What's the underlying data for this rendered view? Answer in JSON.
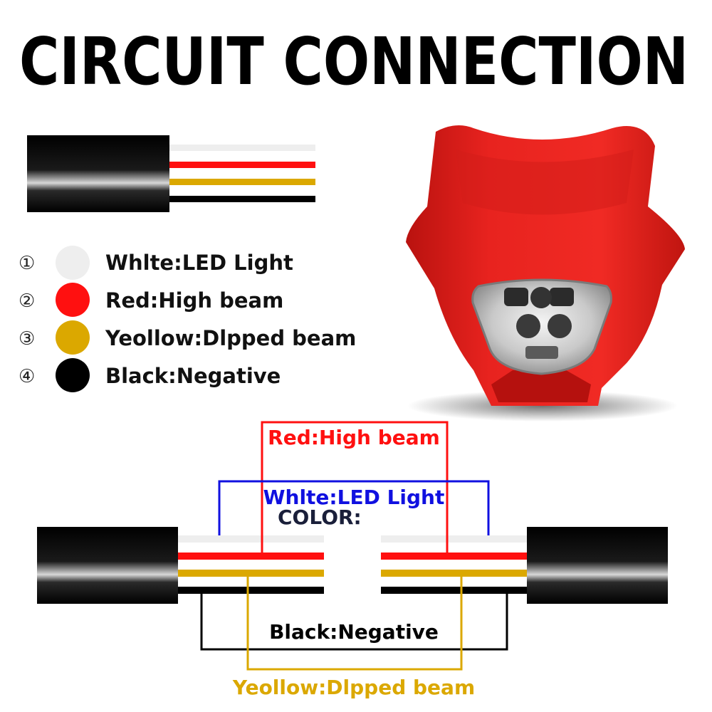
{
  "title": "CIRCUIT CONNECTION",
  "colors": {
    "white": "#eeeeee",
    "red": "#ff1010",
    "yellow": "#dba800",
    "black": "#000000",
    "blue": "#1010e0",
    "navy": "#1a1f3a",
    "headlight_red": "#e8231f"
  },
  "legend": [
    {
      "number": "①",
      "color_name": "white",
      "label": "Whlte:LED Light"
    },
    {
      "number": "②",
      "color_name": "red",
      "label": "Red:High beam"
    },
    {
      "number": "③",
      "color_name": "yellow",
      "label": "Yeollow:Dlpped beam"
    },
    {
      "number": "④",
      "color_name": "black",
      "label": "Black:Negative"
    }
  ],
  "diagram": {
    "red_label": "Red:High beam",
    "white_label": "Whlte:LED Light",
    "color_label": "COLOR:",
    "black_label": "Black:Negative",
    "yellow_label": "Yeollow:Dlpped beam"
  },
  "product": {
    "icon": "motorcycle-headlight-icon"
  }
}
